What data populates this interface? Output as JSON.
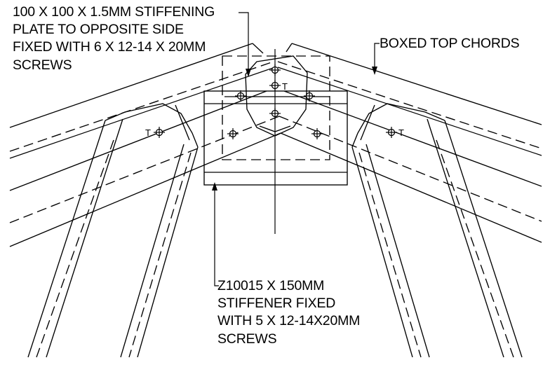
{
  "notes": {
    "stiffening_plate": {
      "lines": [
        "100 X 100 X 1.5MM STIFFENING",
        "PLATE TO OPPOSITE SIDE",
        "FIXED WITH 6 X 12-14 X 20MM",
        "SCREWS"
      ]
    },
    "top_chords": {
      "lines": [
        "BOXED TOP CHORDS"
      ]
    },
    "stiffener": {
      "lines": [
        "Z10015 X 150MM",
        "STIFFENER FIXED",
        "WITH 5 X 12-14X20MM",
        "SCREWS"
      ]
    }
  },
  "tags": {
    "left_web": "T",
    "plate": "T",
    "right_web": "T"
  },
  "colors": {
    "ink": "#000000",
    "background": "#ffffff"
  }
}
